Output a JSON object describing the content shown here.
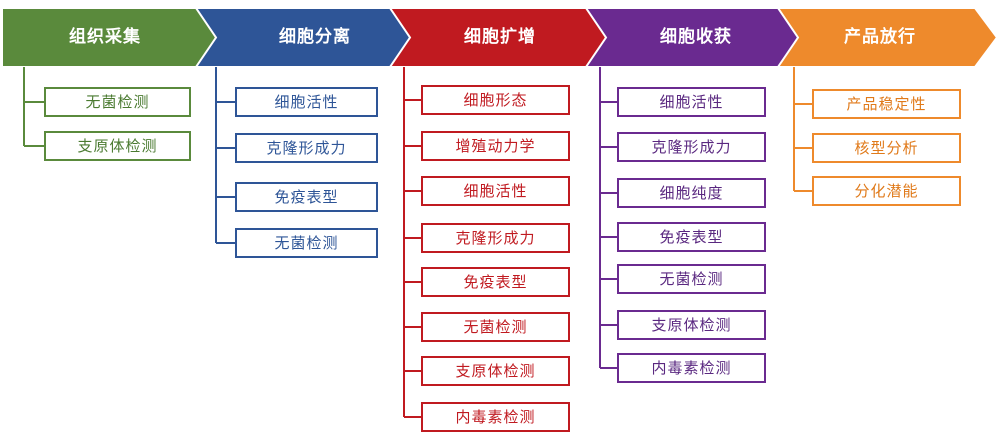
{
  "stages": [
    {
      "title": "组织采集",
      "color": "#5a8a3c",
      "text_color": "#4a7a30",
      "items": [
        "无菌检测",
        "支原体检测"
      ]
    },
    {
      "title": "细胞分离",
      "color": "#2e5597",
      "text_color": "#2e5597",
      "items": [
        "细胞活性",
        "克隆形成力",
        "免疫表型",
        "无菌检测"
      ]
    },
    {
      "title": "细胞扩增",
      "color": "#c01a20",
      "text_color": "#c01a20",
      "items": [
        "细胞形态",
        "增殖动力学",
        "细胞活性",
        "克隆形成力",
        "免疫表型",
        "无菌检测",
        "支原体检测",
        "内毒素检测"
      ]
    },
    {
      "title": "细胞收获",
      "color": "#6a2a90",
      "text_color": "#5a2880",
      "items": [
        "细胞活性",
        "克隆形成力",
        "细胞纯度",
        "免疫表型",
        "无菌检测",
        "支原体检测",
        "内毒素检测"
      ]
    },
    {
      "title": "产品放行",
      "color": "#ee8a2c",
      "text_color": "#e07a1a",
      "items": [
        "产品稳定性",
        "核型分析",
        "分化潜能"
      ]
    }
  ]
}
